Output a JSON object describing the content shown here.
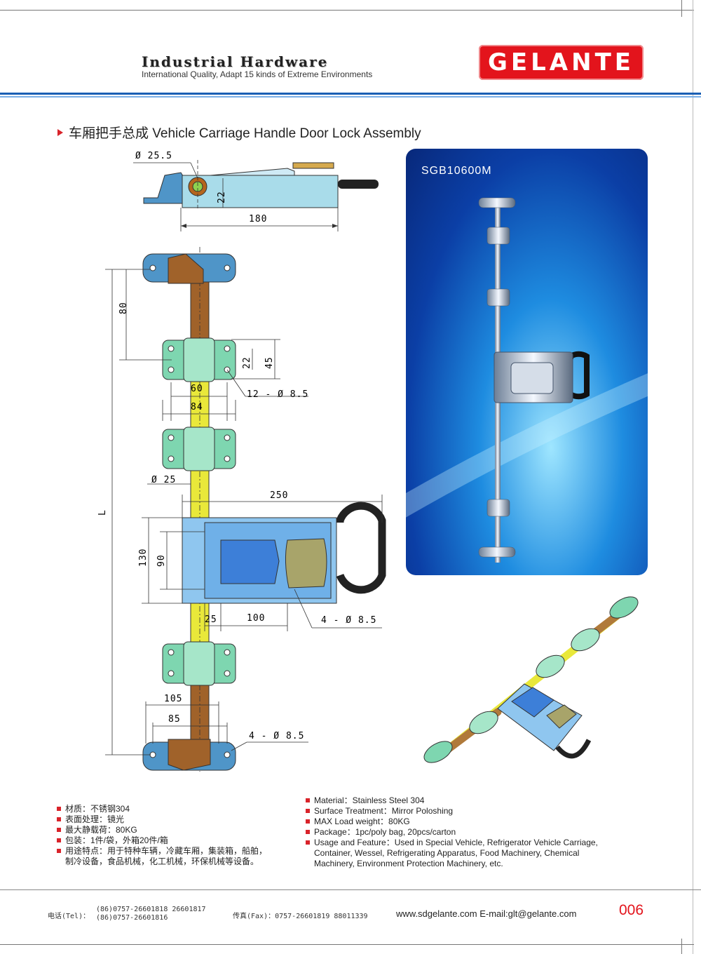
{
  "header": {
    "title": "Industrial Hardware",
    "subtitle": "International Quality, Adapt 15 kinds of Extreme Environments",
    "brand": "GELANTE"
  },
  "section": {
    "title": "车厢把手总成 Vehicle Carriage Handle Door Lock Assembly"
  },
  "photo": {
    "model": "SGB10600M"
  },
  "dimensions": {
    "d255": "Ø 25.5",
    "h22": "22",
    "w180": "180",
    "v80": "80",
    "v22": "22",
    "v45": "45",
    "w60": "60",
    "w84": "84",
    "holes12": "12 - Ø 8.5",
    "d25": "Ø 25",
    "w250": "250",
    "L": "L",
    "h130": "130",
    "h90": "90",
    "w25": "25",
    "w100": "100",
    "holes4a": "4 - Ø 8.5",
    "w105": "105",
    "w85": "85",
    "holes4b": "4 - Ø 8.5"
  },
  "specs_cn": [
    "材质：不锈钢304",
    "表面处理：镜光",
    "最大静载荷：80KG",
    "包装：1件/袋，外箱20件/箱",
    "用途特点：用于特种车辆，冷藏车厢，集装箱，船舶，",
    "制冷设备，食品机械，化工机械，环保机械等设备。"
  ],
  "specs_en": [
    "Material：Stainless Steel 304",
    "Surface Treatment：Mirror Poloshing",
    "MAX Load weight：80KG",
    "Package：1pc/poly bag,  20pcs/carton",
    "Usage and Feature：Used in Special Vehicle, Refrigerator Vehicle Carriage,",
    "Container, Wessel, Refrigerating Apparatus, Food Machinery, Chemical",
    "Machinery, Environment Protection Machinery, etc."
  ],
  "footer": {
    "tel_label": "电话(Tel)：",
    "tel1": "(86)0757-26601818  26601817",
    "tel2": "(86)0757-26601816",
    "fax": "传真(Fax)：0757-26601819 88011339",
    "web": "www.sdgelante.com  E-mail:glt@gelante.com",
    "page": "006"
  },
  "colors": {
    "brand_red": "#e3141c",
    "band_blue": "#1a5fb4",
    "rod_yellow": "#e9e83a",
    "rod_brown": "#a0622a",
    "bracket_green": "#7ed6b0",
    "handle_blue": "#8fc6ef"
  }
}
